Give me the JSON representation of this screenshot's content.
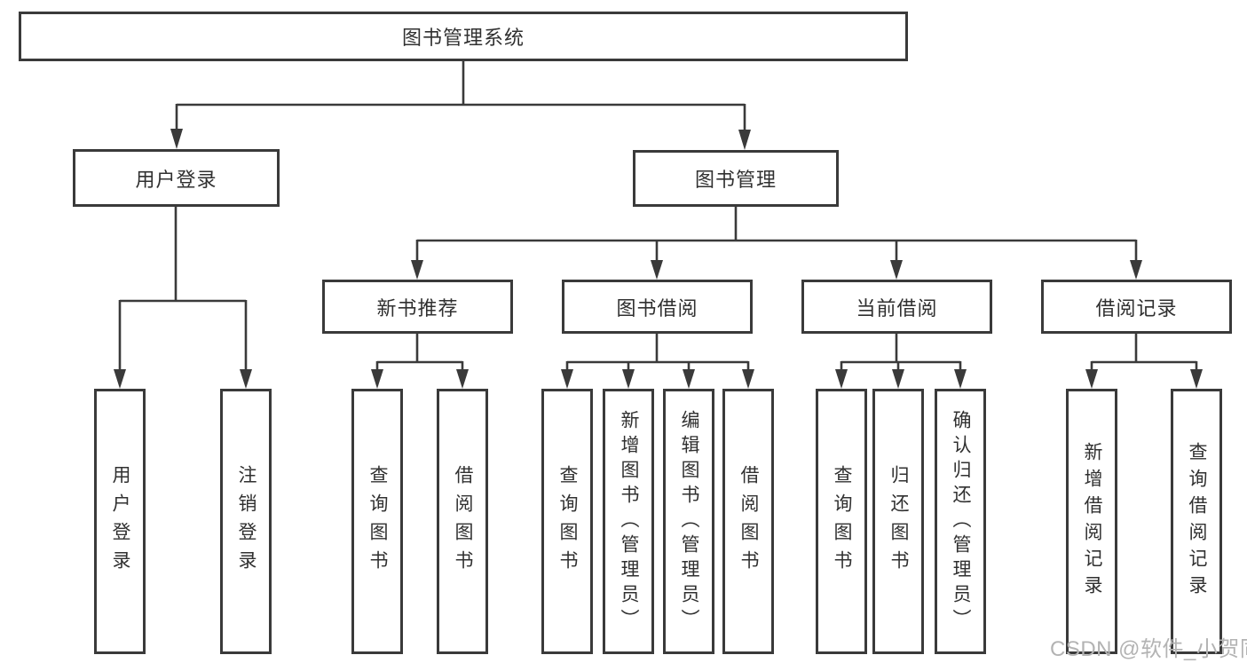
{
  "diagram": {
    "tree": {
      "root": {
        "label": "图书管理系统"
      },
      "branches": [
        {
          "label": "用户登录",
          "children": [
            {
              "label": "用户登录"
            },
            {
              "label": "注销登录"
            }
          ]
        },
        {
          "label": "图书管理",
          "children": [
            {
              "label": "新书推荐",
              "children": [
                {
                  "label": "查询图书"
                },
                {
                  "label": "借阅图书"
                }
              ]
            },
            {
              "label": "图书借阅",
              "children": [
                {
                  "label": "查询图书"
                },
                {
                  "label": "新增图书（管理员）"
                },
                {
                  "label": "编辑图书（管理员）"
                },
                {
                  "label": "借阅图书"
                }
              ]
            },
            {
              "label": "当前借阅",
              "children": [
                {
                  "label": "查询图书"
                },
                {
                  "label": "归还图书"
                },
                {
                  "label": "确认归还（管理员）"
                }
              ]
            },
            {
              "label": "借阅记录",
              "children": [
                {
                  "label": "新增借阅记录"
                },
                {
                  "label": "查询借阅记录"
                }
              ]
            }
          ]
        }
      ]
    },
    "colors": {
      "line": "#3a3a3a",
      "text": "#303030",
      "box_background": "#ffffff",
      "watermark": "#b3b3b3"
    }
  },
  "watermark": {
    "text": "CSDN @软件_小贺同学"
  }
}
